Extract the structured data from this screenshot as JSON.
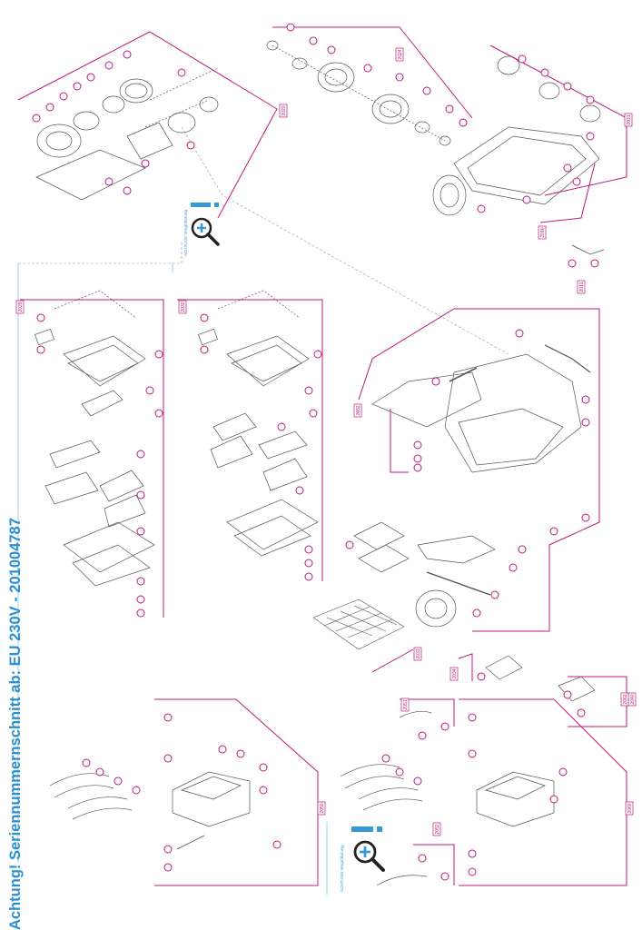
{
  "side_note": "Achtung! Seriennummernschnitt ab: EU 230V - 201004787",
  "zoom_note": "ACHTUNG Vergrößerung",
  "colors": {
    "callout": "#c0187a",
    "accent": "#2a8fcf",
    "line": "#555555"
  },
  "icons": [
    "magnifier-zoom-icon",
    "magnifier-zoom-icon"
  ],
  "assembly_codes": [
    "2020",
    "2024",
    "2031",
    "2010",
    "2011",
    "2029",
    "2030",
    "2032",
    "2033",
    "2034",
    "2040",
    "2050",
    "2051",
    "2060",
    "2052",
    "2062"
  ]
}
